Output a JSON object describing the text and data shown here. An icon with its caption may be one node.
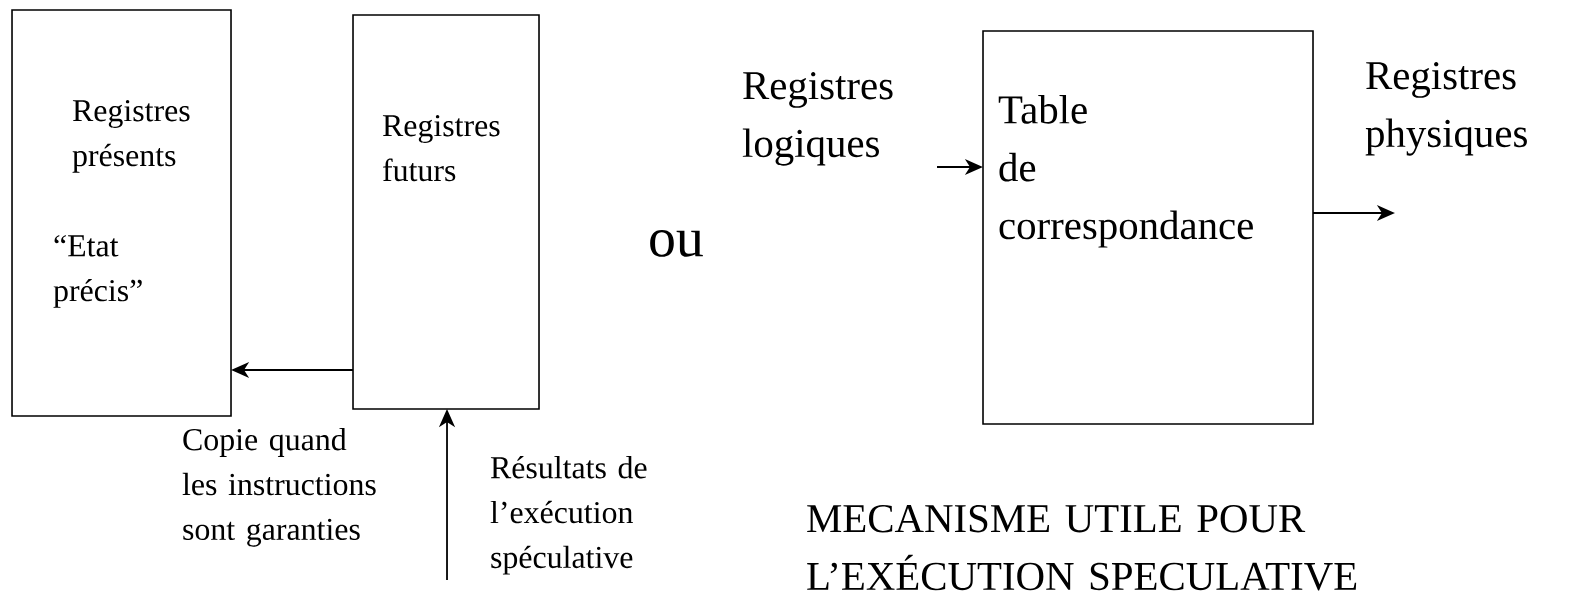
{
  "diagram": {
    "nodes": [
      {
        "text": [
          "Registres présents",
          "“Etat précis”"
        ]
      },
      {
        "text": [
          "Registres futurs"
        ]
      },
      {
        "text": [
          "Table de correspondance"
        ]
      },
      {
        "text": [
          "Registres logiques"
        ]
      },
      {
        "text": [
          "Registres physiques"
        ]
      }
    ],
    "edges": [
      {
        "from": 1,
        "to": 0,
        "arrow": "to"
      },
      {
        "from": null,
        "to": 1,
        "arrow": "to"
      },
      {
        "from": 3,
        "to": 2,
        "arrow": "to"
      },
      {
        "from": 2,
        "to": 4,
        "arrow": "to"
      }
    ],
    "labels": [
      "ou",
      "Copie quand les instructions sont garanties",
      "Résultats de l’exécution spéculative",
      "MECANISME UTILE POUR L’EXÉCUTION SPECULATIVE"
    ]
  }
}
